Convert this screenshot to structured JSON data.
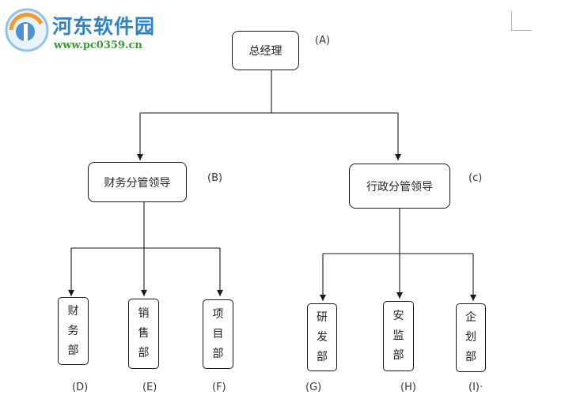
{
  "watermark": {
    "site_name": "河东软件园",
    "url": "www.pc0359.cn"
  },
  "colors": {
    "watermark_blue": "#2d83c9",
    "watermark_green": "#3a9a3a",
    "line": "#1a1a1a"
  },
  "diagram": {
    "root": {
      "label": "总经理",
      "tag": "(A)"
    },
    "managers": [
      {
        "label": "财务分管领导",
        "tag": "(B)"
      },
      {
        "label": "行政分管领导",
        "tag": "(c)"
      }
    ],
    "departments": [
      {
        "c1": "财",
        "c2": "务",
        "c3": "部",
        "tag": "(D)"
      },
      {
        "c1": "销",
        "c2": "售",
        "c3": "部",
        "tag": "(E)"
      },
      {
        "c1": "项",
        "c2": "目",
        "c3": "部",
        "tag": "(F)"
      },
      {
        "c1": "研",
        "c2": "发",
        "c3": "部",
        "tag": "(G)"
      },
      {
        "c1": "安",
        "c2": "监",
        "c3": "部",
        "tag": "(H)"
      },
      {
        "c1": "企",
        "c2": "划",
        "c3": "部",
        "tag": "(I)·"
      }
    ]
  }
}
